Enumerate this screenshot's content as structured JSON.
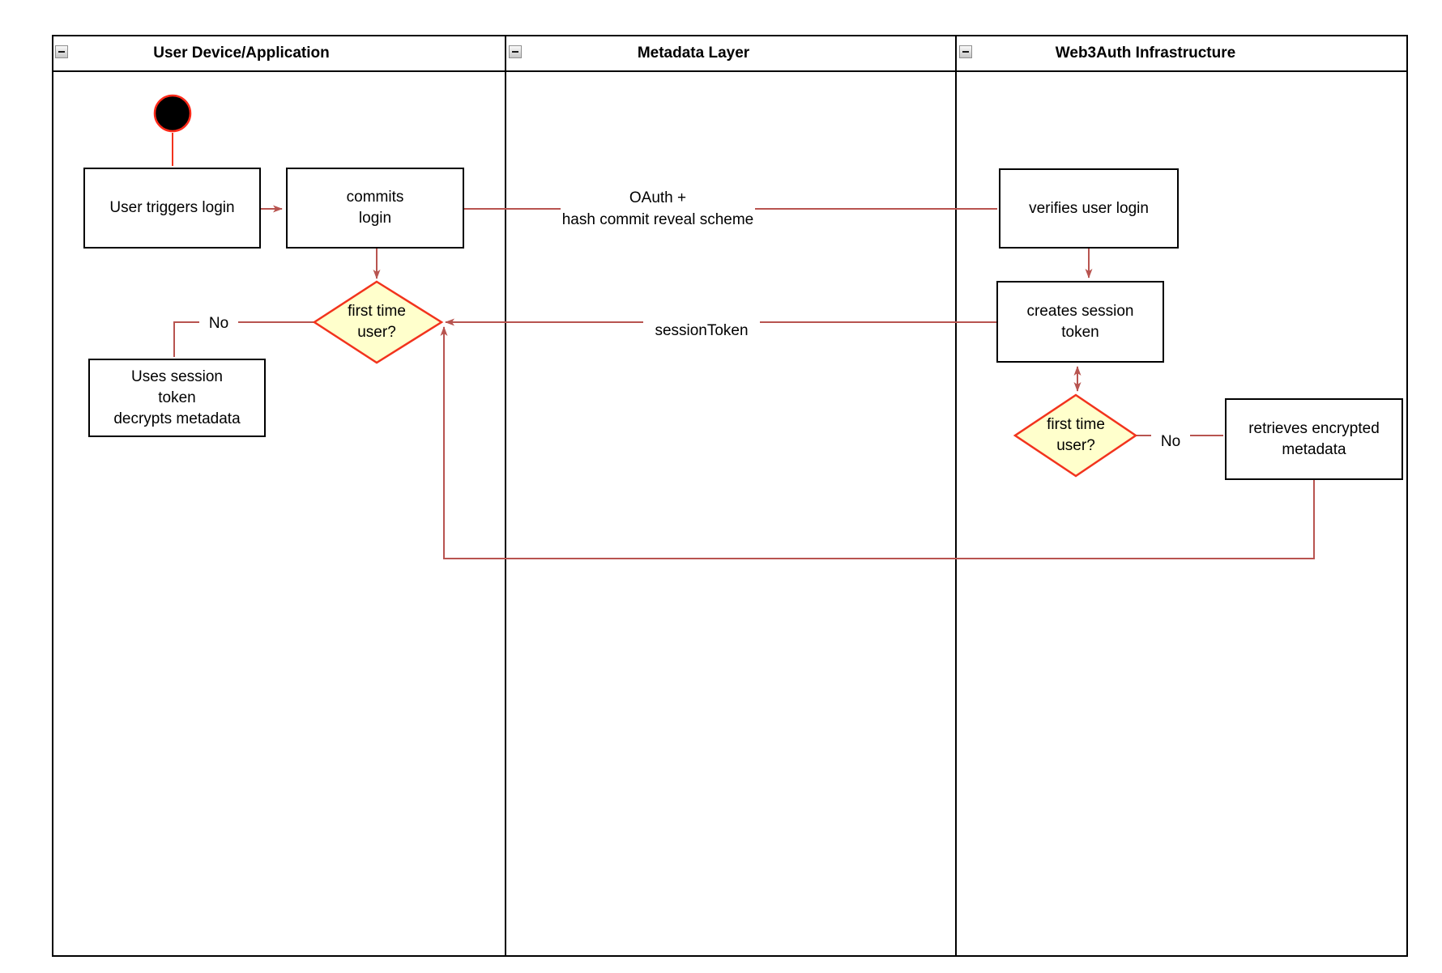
{
  "diagram": {
    "type": "swimlane-activity-diagram",
    "lanes": [
      {
        "id": "user-device",
        "title": "User Device/Application"
      },
      {
        "id": "metadata-layer",
        "title": "Metadata Layer"
      },
      {
        "id": "web3auth-infrastructure",
        "title": "Web3Auth Infrastructure"
      }
    ],
    "nodes": {
      "start": {
        "type": "initial-state"
      },
      "user_triggers_login": {
        "label": "User triggers login"
      },
      "commits_login": {
        "label": "commits\nlogin"
      },
      "first_time_user_device": {
        "label": "first time\nuser?"
      },
      "uses_session_token": {
        "label": "Uses session\ntoken\ndecrypts metadata"
      },
      "verifies_user_login": {
        "label": "verifies user login"
      },
      "creates_session_token": {
        "label": "creates session\ntoken"
      },
      "first_time_user_infra": {
        "label": "first time\nuser?"
      },
      "retrieves_encrypted_metadata": {
        "label": "retrieves encrypted\nmetadata"
      }
    },
    "edge_labels": {
      "oauth": "OAuth +\nhash commit reveal scheme",
      "session_token": "sessionToken",
      "no_device": "No",
      "no_infra": "No"
    },
    "colors": {
      "connector": "#B85450",
      "decision_fill": "#FFFFCC",
      "decision_stroke": "#F2331D",
      "start_fill": "#000000",
      "start_stroke": "#FF2A1A",
      "node_fill": "#FFFFFF",
      "node_stroke": "#000000",
      "lane_border": "#000000"
    }
  }
}
